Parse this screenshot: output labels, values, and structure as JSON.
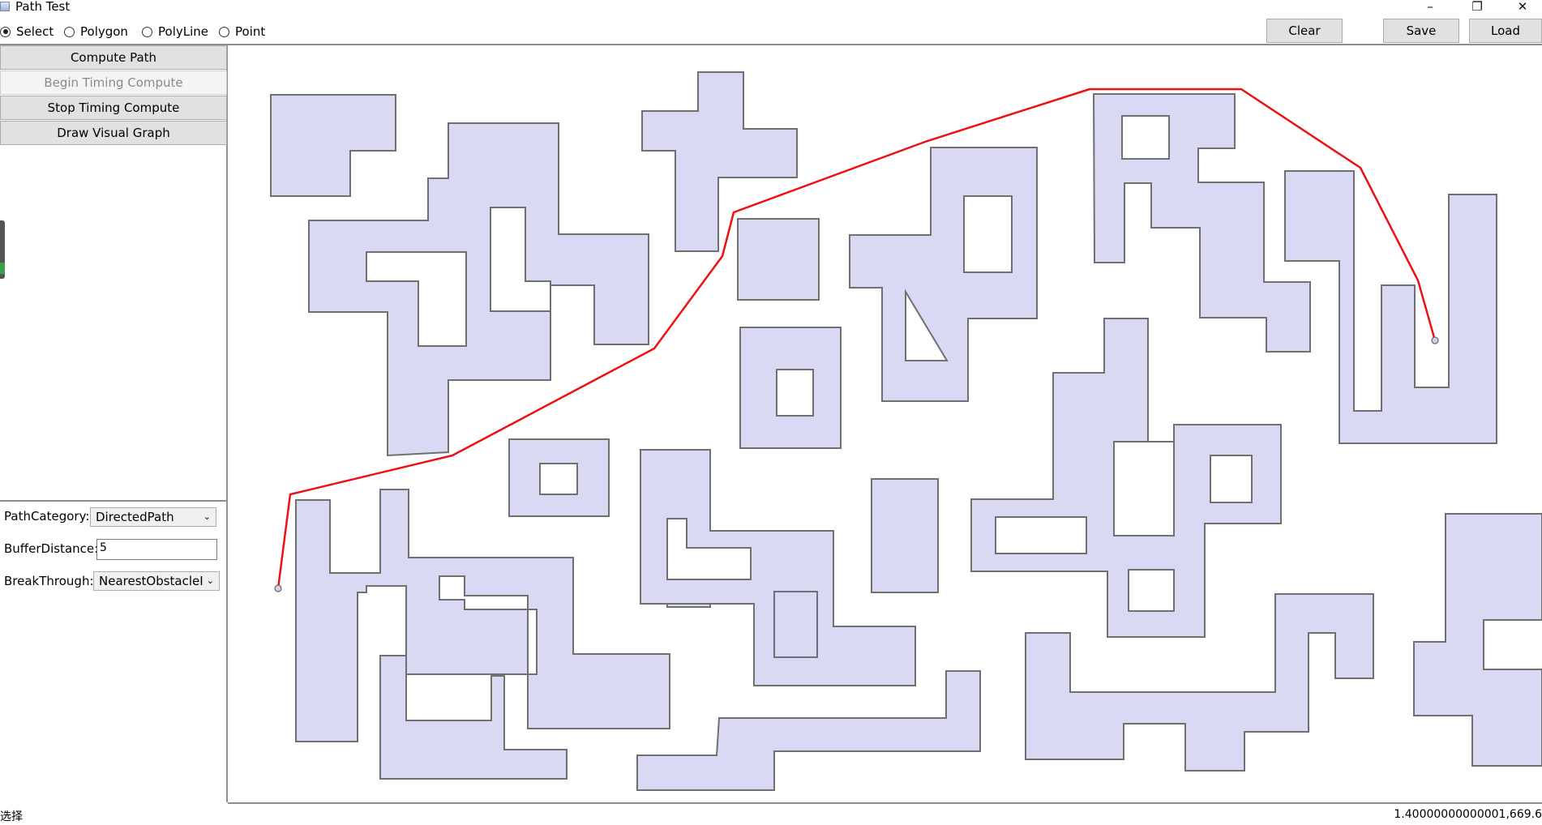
{
  "window": {
    "title": "Path Test",
    "minimize_glyph": "–",
    "maximize_glyph": "❐",
    "close_glyph": "✕"
  },
  "toolbar": {
    "modes": [
      {
        "label": "Select",
        "selected": true
      },
      {
        "label": "Polygon",
        "selected": false
      },
      {
        "label": "PolyLine",
        "selected": false
      },
      {
        "label": "Point",
        "selected": false
      }
    ],
    "clear_label": "Clear",
    "save_label": "Save",
    "load_label": "Load"
  },
  "left_panel": {
    "compute_path_label": "Compute Path",
    "begin_timing_label": "Begin Timing Compute",
    "stop_timing_label": "Stop Timing Compute",
    "draw_graph_label": "Draw Visual Graph",
    "path_category_label": "PathCategory:",
    "path_category_value": "DirectedPath",
    "buffer_distance_label": "BufferDistance:",
    "buffer_distance_value": "5",
    "break_through_label": "BreakThrough:",
    "break_through_value": "NearestObstacleI"
  },
  "status": {
    "left_text": "选择",
    "right_text": "1.40000000000001,669.6"
  },
  "colors": {
    "obstacle_fill": "#d9d9f3",
    "obstacle_stroke": "#707070",
    "path_stroke": "#ee1111"
  }
}
